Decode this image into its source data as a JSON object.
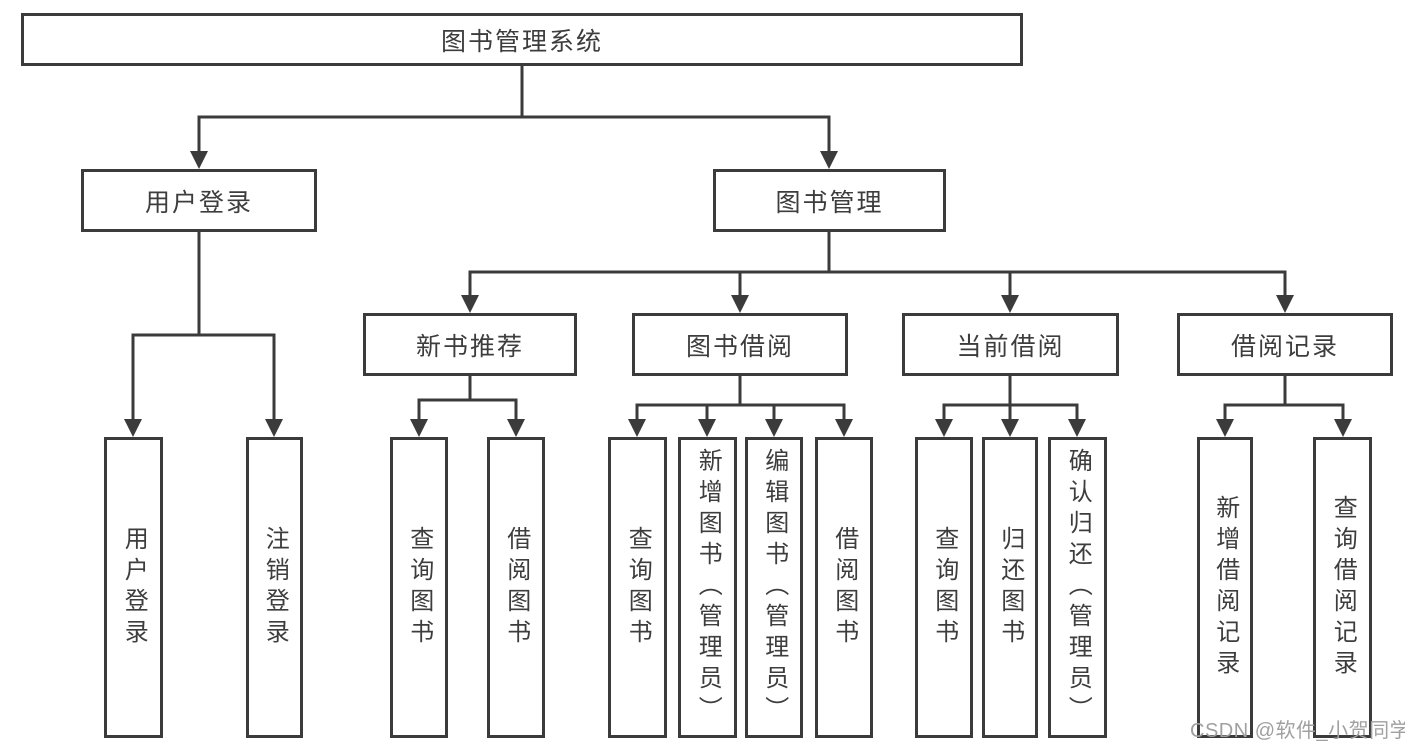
{
  "diagram": {
    "title": "图书管理系统",
    "branches": [
      {
        "label": "用户登录",
        "children": [
          {
            "label": "用户登录"
          },
          {
            "label": "注销登录"
          }
        ]
      },
      {
        "label": "图书管理",
        "children": [
          {
            "label": "新书推荐",
            "children": [
              {
                "label": "查询图书"
              },
              {
                "label": "借阅图书"
              }
            ]
          },
          {
            "label": "图书借阅",
            "children": [
              {
                "label": "查询图书"
              },
              {
                "label": "新增图书（管理员）"
              },
              {
                "label": "编辑图书（管理员）"
              },
              {
                "label": "借阅图书"
              }
            ]
          },
          {
            "label": "当前借阅",
            "children": [
              {
                "label": "查询图书"
              },
              {
                "label": "归还图书"
              },
              {
                "label": "确认归还（管理员）"
              }
            ]
          },
          {
            "label": "借阅记录",
            "children": [
              {
                "label": "新增借阅记录"
              },
              {
                "label": "查询借阅记录"
              }
            ]
          }
        ]
      }
    ]
  },
  "watermark": {
    "text": "CSDN @软件_小贺同学"
  },
  "colors": {
    "line": "#3b3b3b",
    "text": "#3d3d3d",
    "watermark": "#a0a0a0",
    "background": "#ffffff"
  }
}
